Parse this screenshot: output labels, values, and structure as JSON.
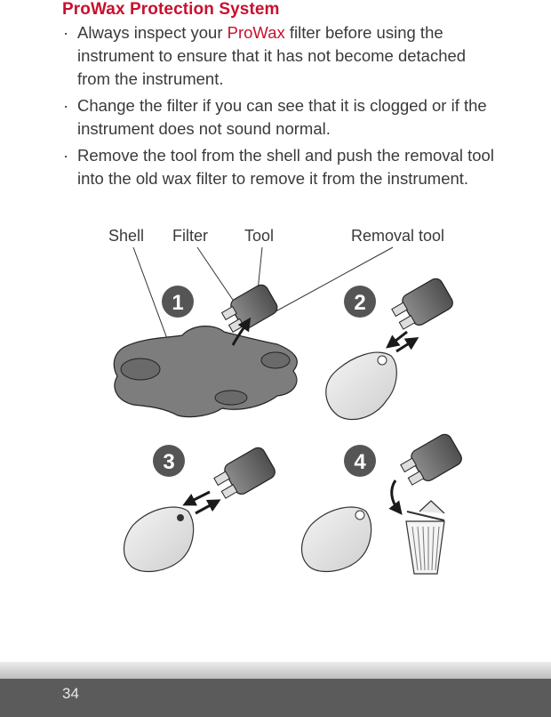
{
  "section": {
    "title": "ProWax Protection System",
    "bullets": [
      {
        "pre": "Always inspect your ",
        "accent": "ProWax",
        "post": " filter before using the instrument to ensure that it has not become detached from the instrument."
      },
      {
        "pre": "Change the filter if you can see that it is clogged or if the instrument does not sound normal.",
        "accent": "",
        "post": ""
      },
      {
        "pre": "Remove the tool from the shell and push the removal tool into the old wax filter to remove it from the instrument.",
        "accent": "",
        "post": ""
      }
    ]
  },
  "illustration": {
    "labels": {
      "shell": "Shell",
      "filter": "Filter",
      "tool": "Tool",
      "removal_tool": "Removal tool"
    },
    "steps": [
      "1",
      "2",
      "3",
      "4"
    ]
  },
  "footer": {
    "page_number": "34"
  },
  "colors": {
    "accent": "#c8102e",
    "footer": "#5b5b5b",
    "step_badge": "#555555",
    "shell_gray": "#7d7d7d"
  }
}
